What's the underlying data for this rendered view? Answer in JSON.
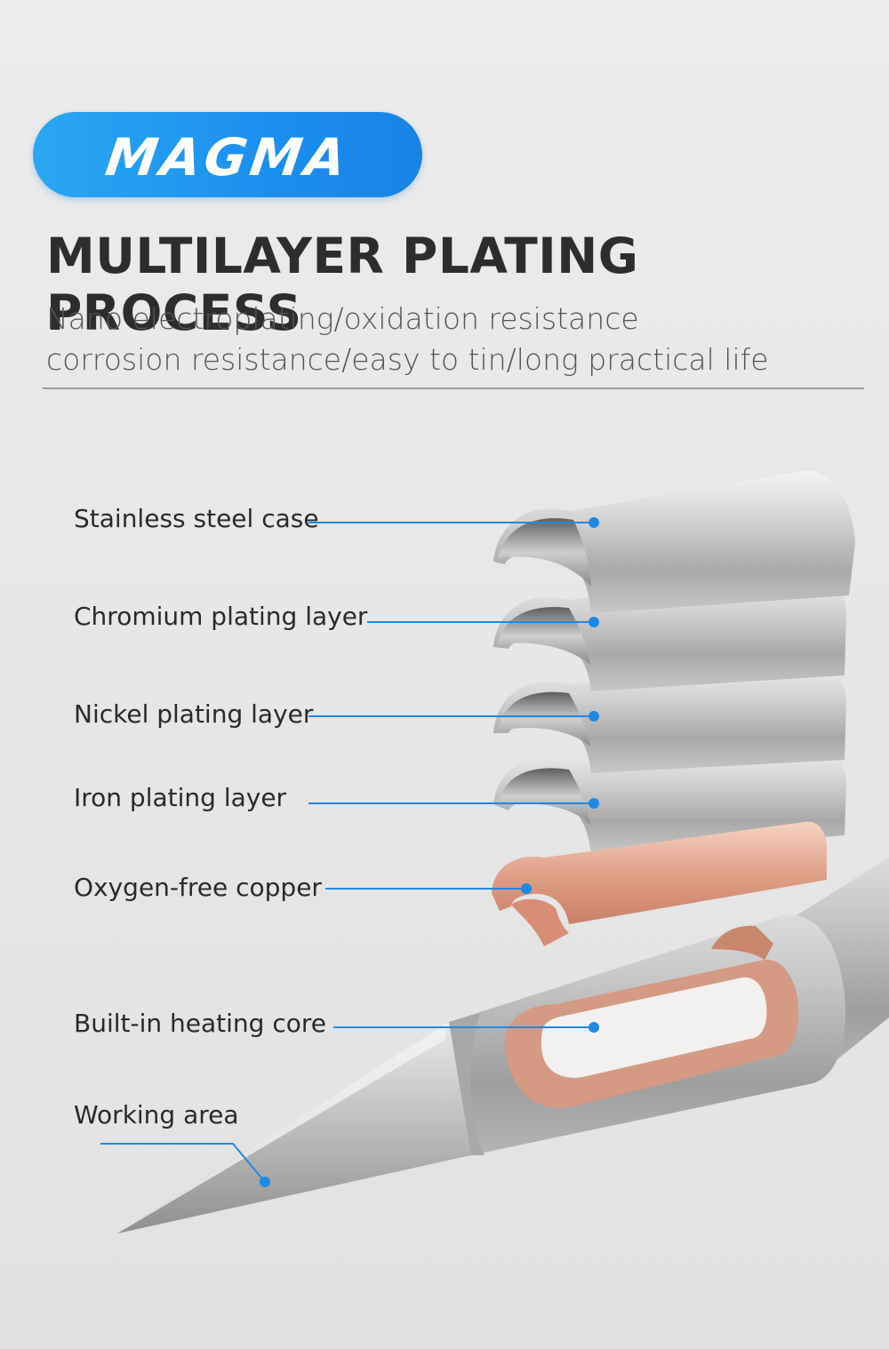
{
  "brand": {
    "logo_text": "MAGMA",
    "color": "#1e96f0"
  },
  "title": "MULTILAYER PLATING PROCESS",
  "subtitle": {
    "line1": "Nano electroplating/oxidation resistance",
    "line2": "corrosion resistance/easy to tin/long practical life"
  },
  "callouts": [
    {
      "label": "Stainless steel case"
    },
    {
      "label": "Chromium plating layer"
    },
    {
      "label": "Nickel plating layer"
    },
    {
      "label": "Iron plating layer"
    },
    {
      "label": "Oxygen-free copper"
    },
    {
      "label": "Built-in heating core"
    },
    {
      "label": "Working area"
    }
  ],
  "colors": {
    "leader_line": "#1e88e5",
    "steel": "#b9b9b9",
    "copper": "#e2a48c"
  }
}
